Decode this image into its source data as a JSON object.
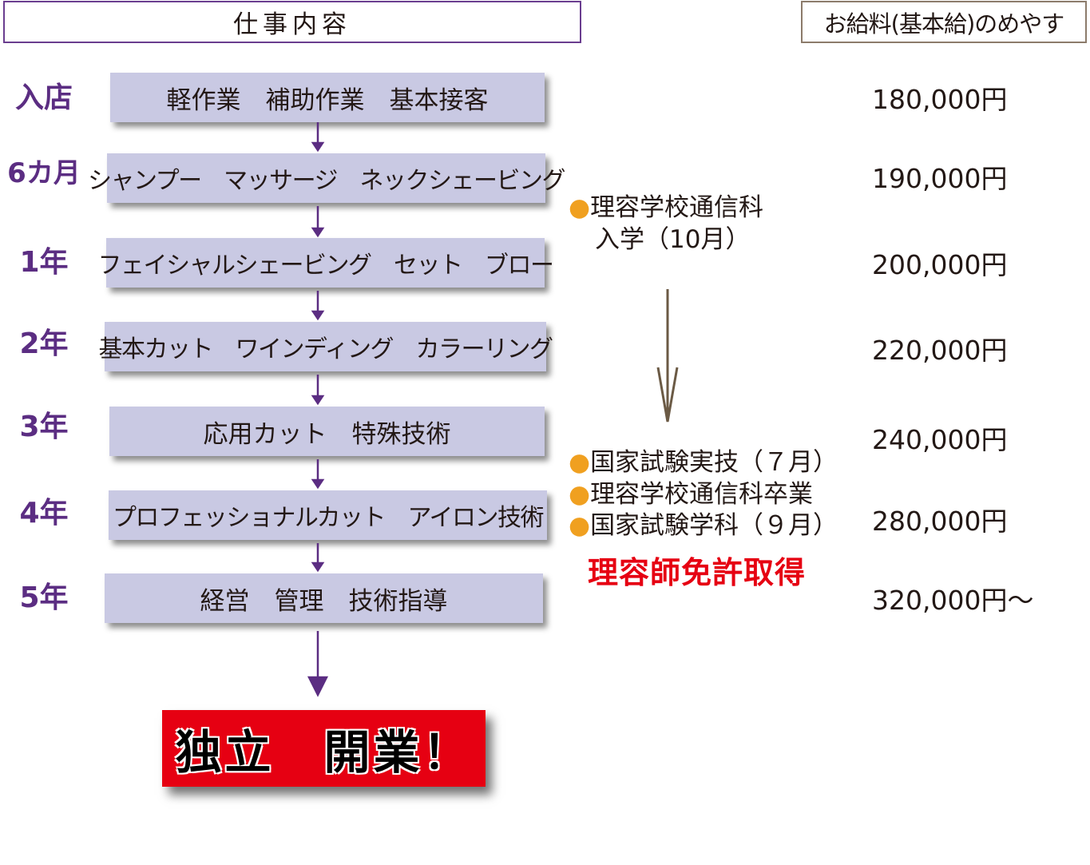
{
  "headers": {
    "work": "仕事内容",
    "salary": "お給料(基本給)のめやす"
  },
  "stages": [
    {
      "label": "入店",
      "work": "軽作業　補助作業　基本接客",
      "salary": "180,000円"
    },
    {
      "label": "6カ月",
      "work": "シャンプー　マッサージ　ネックシェービング",
      "salary": "190,000円"
    },
    {
      "label": "1年",
      "work": "フェイシャルシェービング　セット　ブロー",
      "salary": "200,000円"
    },
    {
      "label": "2年",
      "work": "基本カット　ワインディング　カラーリング",
      "salary": "220,000円"
    },
    {
      "label": "3年",
      "work": "応用カット　特殊技術",
      "salary": "240,000円"
    },
    {
      "label": "4年",
      "work": "プロフェッショナルカット　アイロン技術",
      "salary": "280,000円"
    },
    {
      "label": "5年",
      "work": "経営　管理　技術指導",
      "salary": "320,000円〜"
    }
  ],
  "notes": {
    "school_entry_line1": "理容学校通信科",
    "school_entry_line2": "入学（10月）",
    "exam_practical": "国家試験実技（７月）",
    "school_graduation": "理容学校通信科卒業",
    "exam_written": "国家試験学科（９月）",
    "license": "理容師免許取得",
    "bullet": "●"
  },
  "final": "独立　開業！",
  "colors": {
    "stage_label": "#5b2d82",
    "box_fill": "#c9c9e3",
    "arrow": "#5b2d82",
    "bullet": "#f0a020",
    "license": "#e60012",
    "final_fill": "#e60012",
    "brown_arrow": "#6b5a45"
  }
}
